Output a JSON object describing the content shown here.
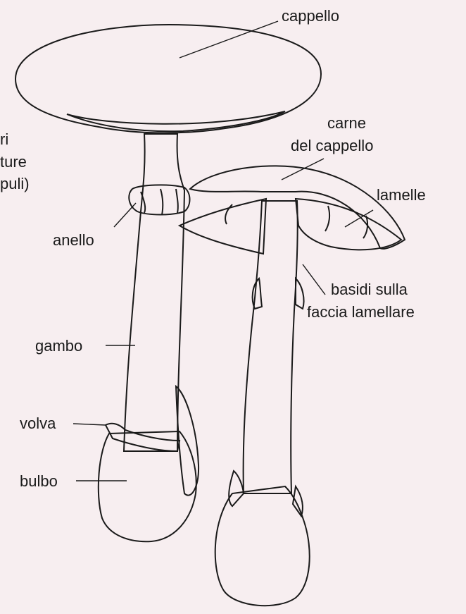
{
  "labels": {
    "cap": "cappello",
    "cap_flesh_1": "carne",
    "cap_flesh_2": "del cappello",
    "gills": "lamelle",
    "basidia_1": "basidi sulla",
    "basidia_2": "faccia lamellare",
    "ring": "anello",
    "stem": "gambo",
    "volva": "volva",
    "bulb": "bulbo",
    "cut_left_1": "ri",
    "cut_left_2": "ture",
    "cut_left_3": "puli)"
  },
  "colors": {
    "background": "#f7eef0",
    "ink": "#1a1a1a",
    "fill_light": "#ececec",
    "fill_white": "#ffffff"
  }
}
